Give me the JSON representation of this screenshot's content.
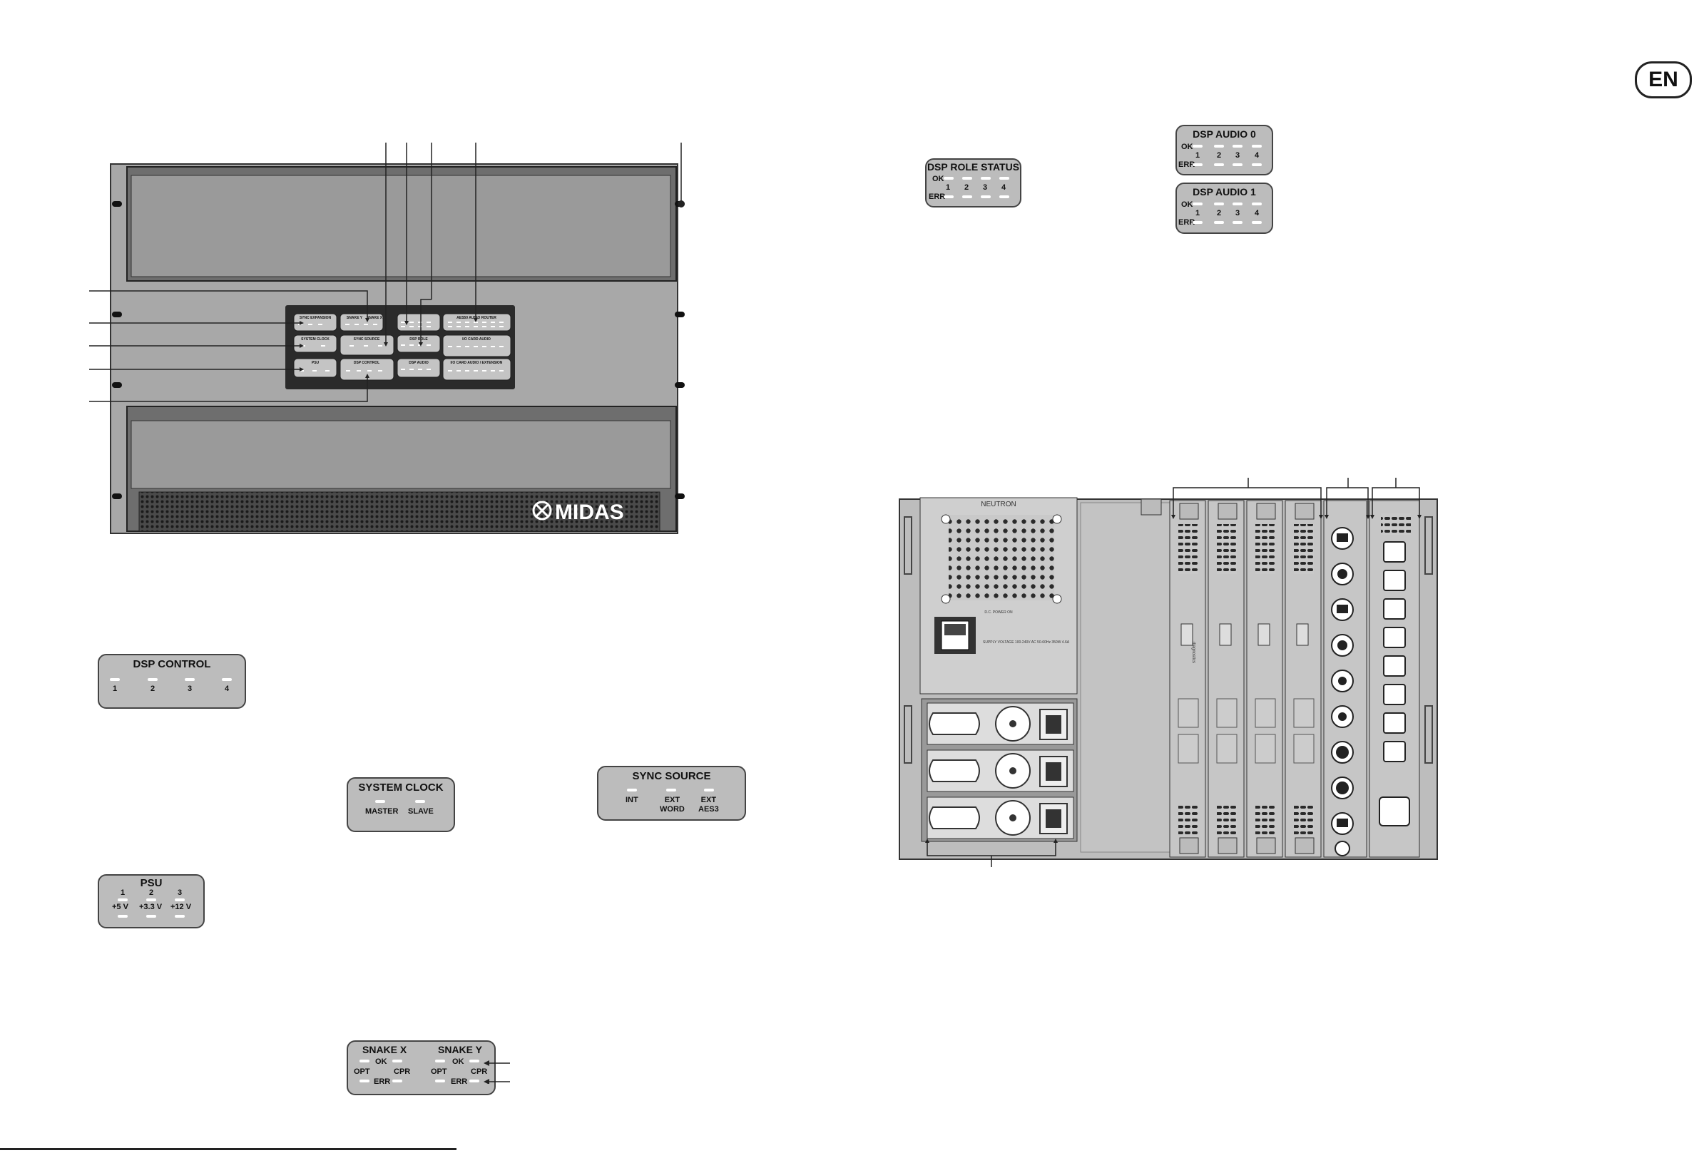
{
  "page": {
    "language_badge": "EN"
  },
  "front_panel": {
    "brand_logo": "MIDAS",
    "module_titles": [
      "SYNC EXPANSION",
      "SNAKE Y",
      "SNAKE X",
      "SYSTEM CLOCK",
      "SYNC SOURCE",
      "PSU",
      "DSP CONTROL",
      "DSP ROLE",
      "DSP AUDIO",
      "AES50 AUDIO ROUTER",
      "I/O CARD AUDIO",
      "I/O CARD AUDIO / EXTENSION"
    ]
  },
  "rear_panel": {
    "brand": "NEUTRON",
    "dc_label": "D.C. POWER ON",
    "supply_label": "SUPPLY VOLTAGE 100-240V AC 50-60Hz 350W 4.6A",
    "diag_label": "diagnostics"
  },
  "dsp_role_status": {
    "title": "DSP ROLE STATUS",
    "ok": "OK",
    "err": "ERR",
    "nums": [
      "1",
      "2",
      "3",
      "4"
    ]
  },
  "dsp_audio_0": {
    "title": "DSP AUDIO 0",
    "ok": "OK",
    "err": "ERR",
    "nums": [
      "1",
      "2",
      "3",
      "4"
    ]
  },
  "dsp_audio_1": {
    "title": "DSP AUDIO 1",
    "ok": "OK",
    "err": "ERR",
    "nums": [
      "1",
      "2",
      "3",
      "4"
    ]
  },
  "dsp_control": {
    "title": "DSP CONTROL",
    "nums": [
      "1",
      "2",
      "3",
      "4"
    ]
  },
  "system_clock": {
    "title": "SYSTEM CLOCK",
    "master": "MASTER",
    "slave": "SLAVE"
  },
  "sync_source": {
    "title": "SYNC SOURCE",
    "int": "INT",
    "ext_word": "EXT\nWORD",
    "ext_aes3": "EXT\nAES3"
  },
  "psu": {
    "title": "PSU",
    "nums": [
      "1",
      "2",
      "3"
    ],
    "volts": [
      "+5 V",
      "+3.3 V",
      "+12 V"
    ]
  },
  "snake": {
    "x_title": "SNAKE X",
    "y_title": "SNAKE Y",
    "ok": "OK",
    "opt": "OPT",
    "cpr": "CPR",
    "err": "ERR"
  }
}
